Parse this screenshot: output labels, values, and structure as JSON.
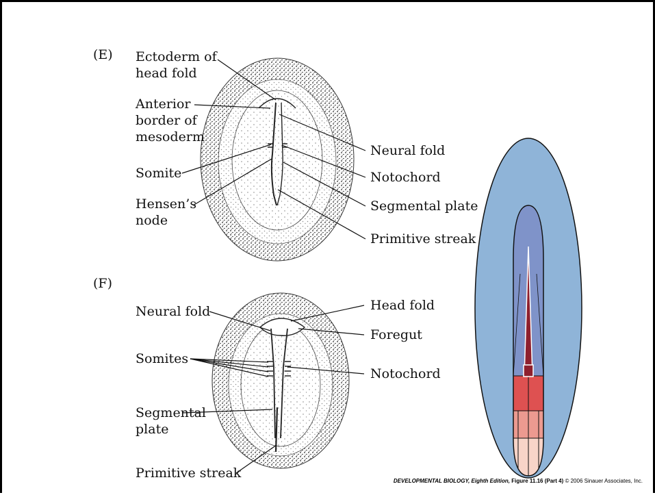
{
  "panel_e": {
    "tag": "(E)",
    "labels": {
      "ectoderm_head_fold": "Ectoderm of\nhead fold",
      "anterior_border": "Anterior\nborder of\nmesoderm",
      "somite": "Somite",
      "hensens_node": "Hensen’s\nnode",
      "neural_fold": "Neural fold",
      "notochord": "Notochord",
      "segmental_plate": "Segmental plate",
      "primitive_streak": "Primitive streak"
    }
  },
  "panel_f": {
    "tag": "(F)",
    "labels": {
      "neural_fold": "Neural fold",
      "somites": "Somites",
      "segmental_plate": "Segmental\nplate",
      "primitive_streak": "Primitive streak",
      "head_fold": "Head fold",
      "foregut": "Foregut",
      "notochord": "Notochord"
    }
  },
  "footer": {
    "title": "DEVELOPMENTAL BIOLOGY, Eighth Edition,",
    "figure": "Figure 11.16 (Part 4)",
    "copyright": "© 2006 Sinauer Associates, Inc."
  },
  "colors": {
    "outer_blue": "#8fb4d8",
    "inner_blue": "#7f93c9",
    "dark_red": "#8e1f2e",
    "red": "#de5151",
    "light_red": "#ec9a90",
    "pale_pink": "#f8d4c8"
  }
}
